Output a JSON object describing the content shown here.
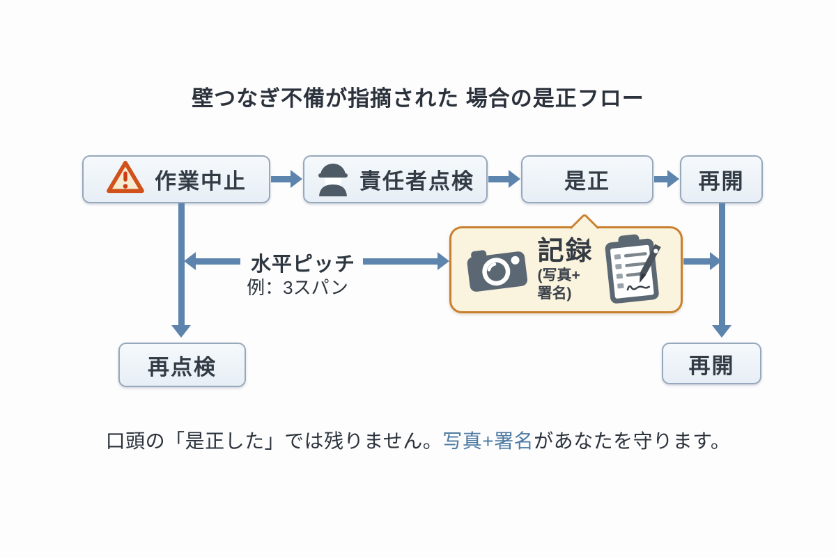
{
  "title": "壁つなぎ不備が指摘された 場合の是正フロー",
  "flow": {
    "steps": [
      {
        "label": "作業中止",
        "icon": "warning-icon"
      },
      {
        "label": "責任者点検",
        "icon": "worker-icon"
      },
      {
        "label": "是正",
        "icon": null
      },
      {
        "label": "再開",
        "icon": null
      }
    ],
    "recheck_label": "再点検",
    "resume_label": "再開"
  },
  "pitch": {
    "label": "水平ピッチ",
    "example": "例：3スパン"
  },
  "record": {
    "title": "記録",
    "subtitle_line1": "(写真+",
    "subtitle_line2": "署名)",
    "icons": [
      "camera-icon",
      "clipboard-icon"
    ]
  },
  "note": {
    "prefix": "口頭の「是正した」では残りません。",
    "highlight": "写真+署名",
    "suffix": "があなたを守ります。"
  },
  "colors": {
    "arrow": "#5d84ac",
    "box_border": "#97a8ba",
    "box_fill_top": "#f5f9fc",
    "box_fill_bottom": "#e7eef5",
    "record_border": "#c9802e",
    "record_bg": "#faf3dd",
    "warning_orange": "#d1511d",
    "warning_fill": "#f7ecd2",
    "icon_gray": "#525f6b",
    "note_highlight": "#4e7ba3",
    "text_dark": "#2b323b"
  }
}
